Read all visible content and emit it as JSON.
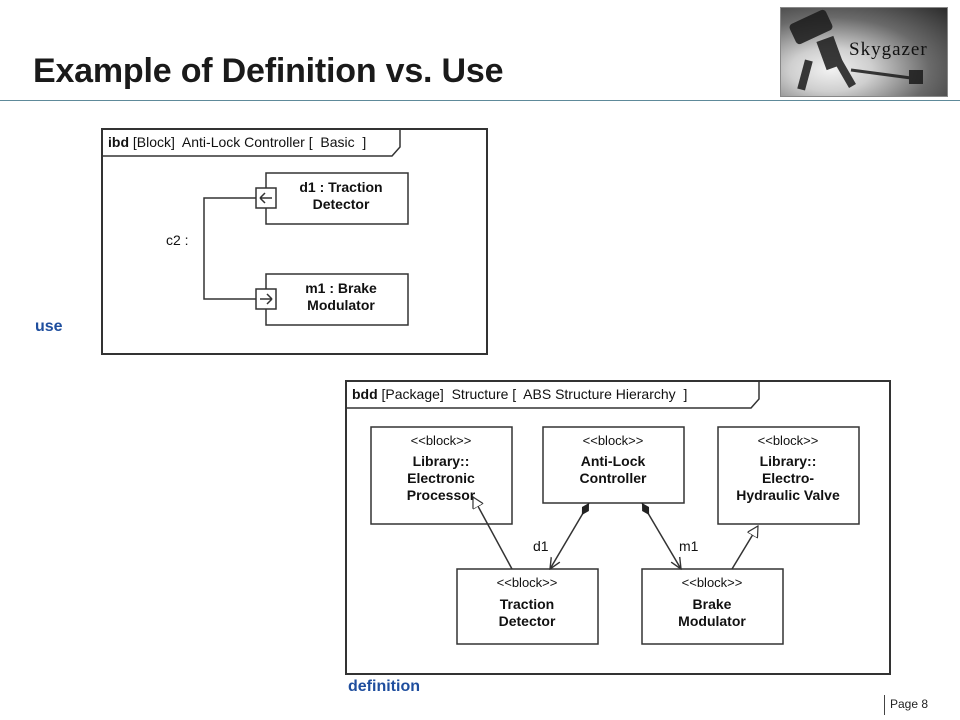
{
  "title": "Example of Definition vs. Use",
  "logo": {
    "text": "Skygazer"
  },
  "labels": {
    "use": "use",
    "definition": "definition"
  },
  "page": "Page 8",
  "ibd": {
    "header_kind": "ibd",
    "header_rest": "[Block]  Anti-Lock Controller [  Basic  ]",
    "part1": {
      "line1": "d1 : Traction",
      "line2": "Detector"
    },
    "part2": {
      "line1": "m1 : Brake",
      "line2": "Modulator"
    },
    "connector": "c2 :"
  },
  "bdd": {
    "header_kind": "bdd",
    "header_rest": "[Package]  Structure [  ABS Structure Hierarchy  ]",
    "blocks": [
      {
        "stereotype": "<<block>>",
        "line1": "Library::",
        "line2": "Electronic",
        "line3": "Processor"
      },
      {
        "stereotype": "<<block>>",
        "line1": "Anti-Lock",
        "line2": "Controller"
      },
      {
        "stereotype": "<<block>>",
        "line1": "Library::",
        "line2": "Electro-",
        "line3": "Hydraulic Valve"
      },
      {
        "stereotype": "<<block>>",
        "line1": "Traction",
        "line2": "Detector"
      },
      {
        "stereotype": "<<block>>",
        "line1": "Brake",
        "line2": "Modulator"
      }
    ],
    "role1": "d1",
    "role2": "m1"
  }
}
